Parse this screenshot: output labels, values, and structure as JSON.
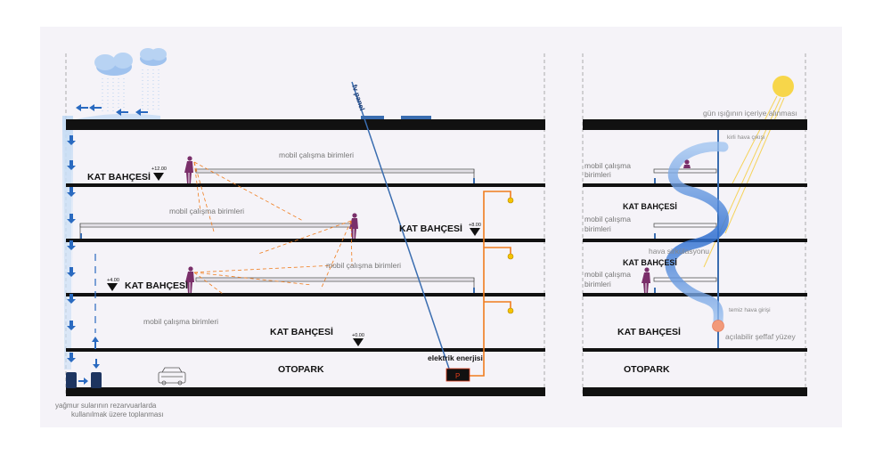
{
  "section_main": {
    "garden_label": "KAT BAHÇESİ",
    "work_units": "mobil çalışma birimleri",
    "parking": "OTOPARK",
    "pv_panel": "fv panel",
    "electric_energy": "elektrik enerjisi",
    "battery_letter": "P",
    "rain_caption_line1": "yağmur sularının rezarvuarlarda",
    "rain_caption_line2": "kullanılmak üzere toplanması",
    "levels": [
      "+12.00",
      "+8.00",
      "+4.00",
      "+0.00"
    ]
  },
  "section_side": {
    "sunlight": "gün ışığının içeriye alınması",
    "dirty_air": "kirli hava çıkışı",
    "air_circulation": "hava sirkülasyonu",
    "fresh_air": "temiz hava girişi",
    "openable_surface": "açılabilir şeffaf yüzey",
    "work_units_line1": "mobil çalışma",
    "work_units_line2": "birimleri",
    "garden_label": "KAT BAHÇESİ",
    "parking": "OTOPARK"
  },
  "colors": {
    "background_panel": "#f5f3f8",
    "slab": "#111111",
    "orange": "#f07d1e",
    "blue_pipe": "#3a6db0",
    "person": "#7a2f6a",
    "sun": "#f7d64a",
    "air_flow": "#5b8fd6"
  }
}
